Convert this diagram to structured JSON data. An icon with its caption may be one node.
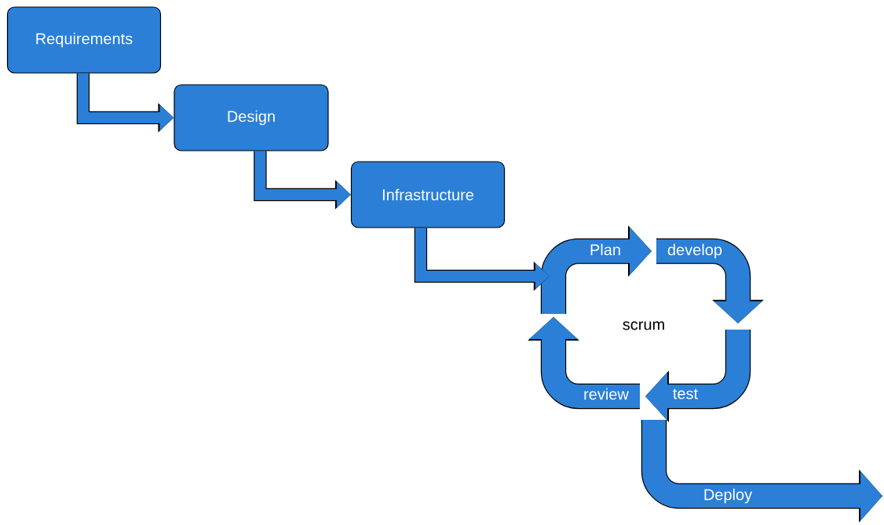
{
  "diagram": {
    "nodes": [
      {
        "text": [
          "Requirements"
        ]
      },
      {
        "text": [
          "Design"
        ]
      },
      {
        "text": [
          "Infrastructure"
        ]
      },
      {
        "text": [
          "Plan"
        ]
      },
      {
        "text": [
          "develop"
        ]
      },
      {
        "text": [
          "test"
        ]
      },
      {
        "text": [
          "review"
        ]
      },
      {
        "text": [
          "Deploy"
        ]
      }
    ],
    "edges": [
      {
        "from": 0,
        "to": 1,
        "arrow": "to"
      },
      {
        "from": 1,
        "to": 2,
        "arrow": "to"
      },
      {
        "from": 2,
        "to": 3,
        "arrow": "to"
      }
    ],
    "labels": [
      "scrum"
    ]
  }
}
